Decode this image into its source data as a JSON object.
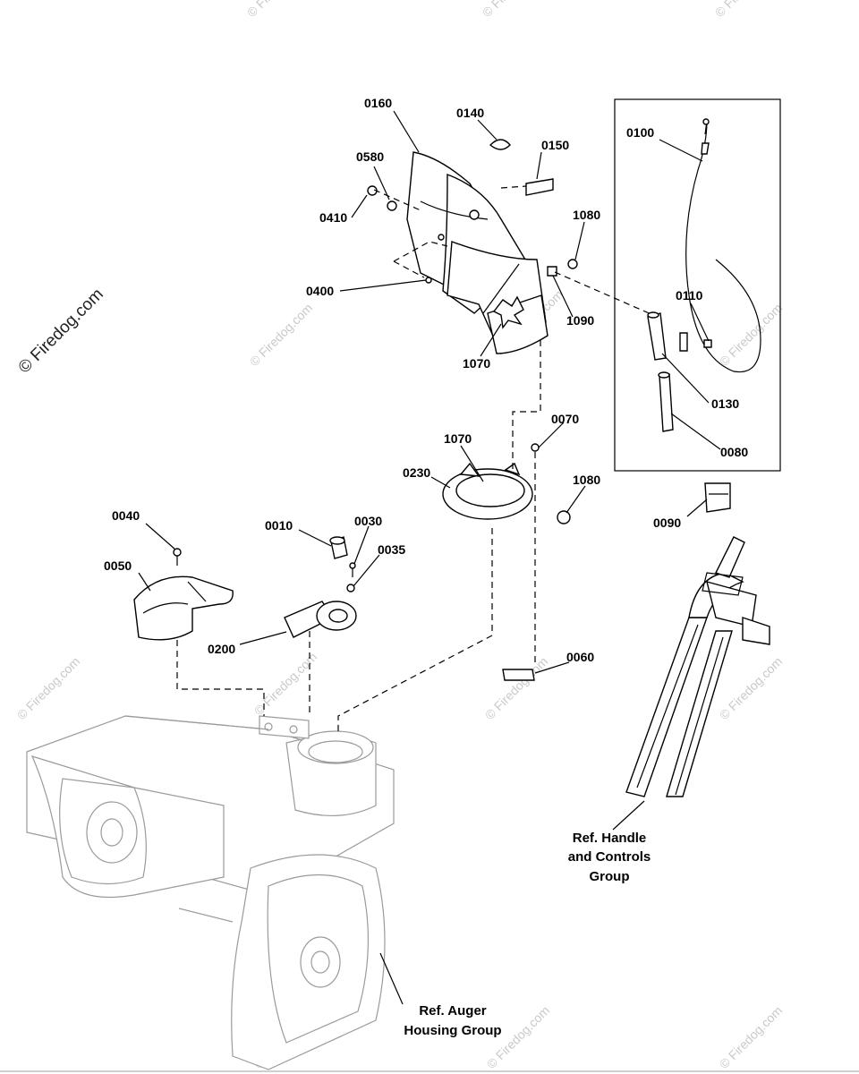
{
  "watermark": {
    "side_text": "© Firedog.com",
    "faint_text": "© Firedog.com"
  },
  "part_labels": {
    "p0160": "0160",
    "p0140": "0140",
    "p0150": "0150",
    "p0580": "0580",
    "p0410": "0410",
    "p1080a": "1080",
    "p0400": "0400",
    "p1090": "1090",
    "p1070a": "1070",
    "p0100": "0100",
    "p0110": "0110",
    "p0130": "0130",
    "p0080": "0080",
    "p0070": "0070",
    "p1070b": "1070",
    "p0230": "0230",
    "p1080b": "1080",
    "p0090": "0090",
    "p0040": "0040",
    "p0010": "0010",
    "p0030": "0030",
    "p0035": "0035",
    "p0050": "0050",
    "p0200": "0200",
    "p0060": "0060"
  },
  "references": {
    "handle_line1": "Ref. Handle",
    "handle_line2": "and Controls",
    "handle_line3": "Group",
    "auger_line1": "Ref. Auger",
    "auger_line2": "Housing Group"
  }
}
